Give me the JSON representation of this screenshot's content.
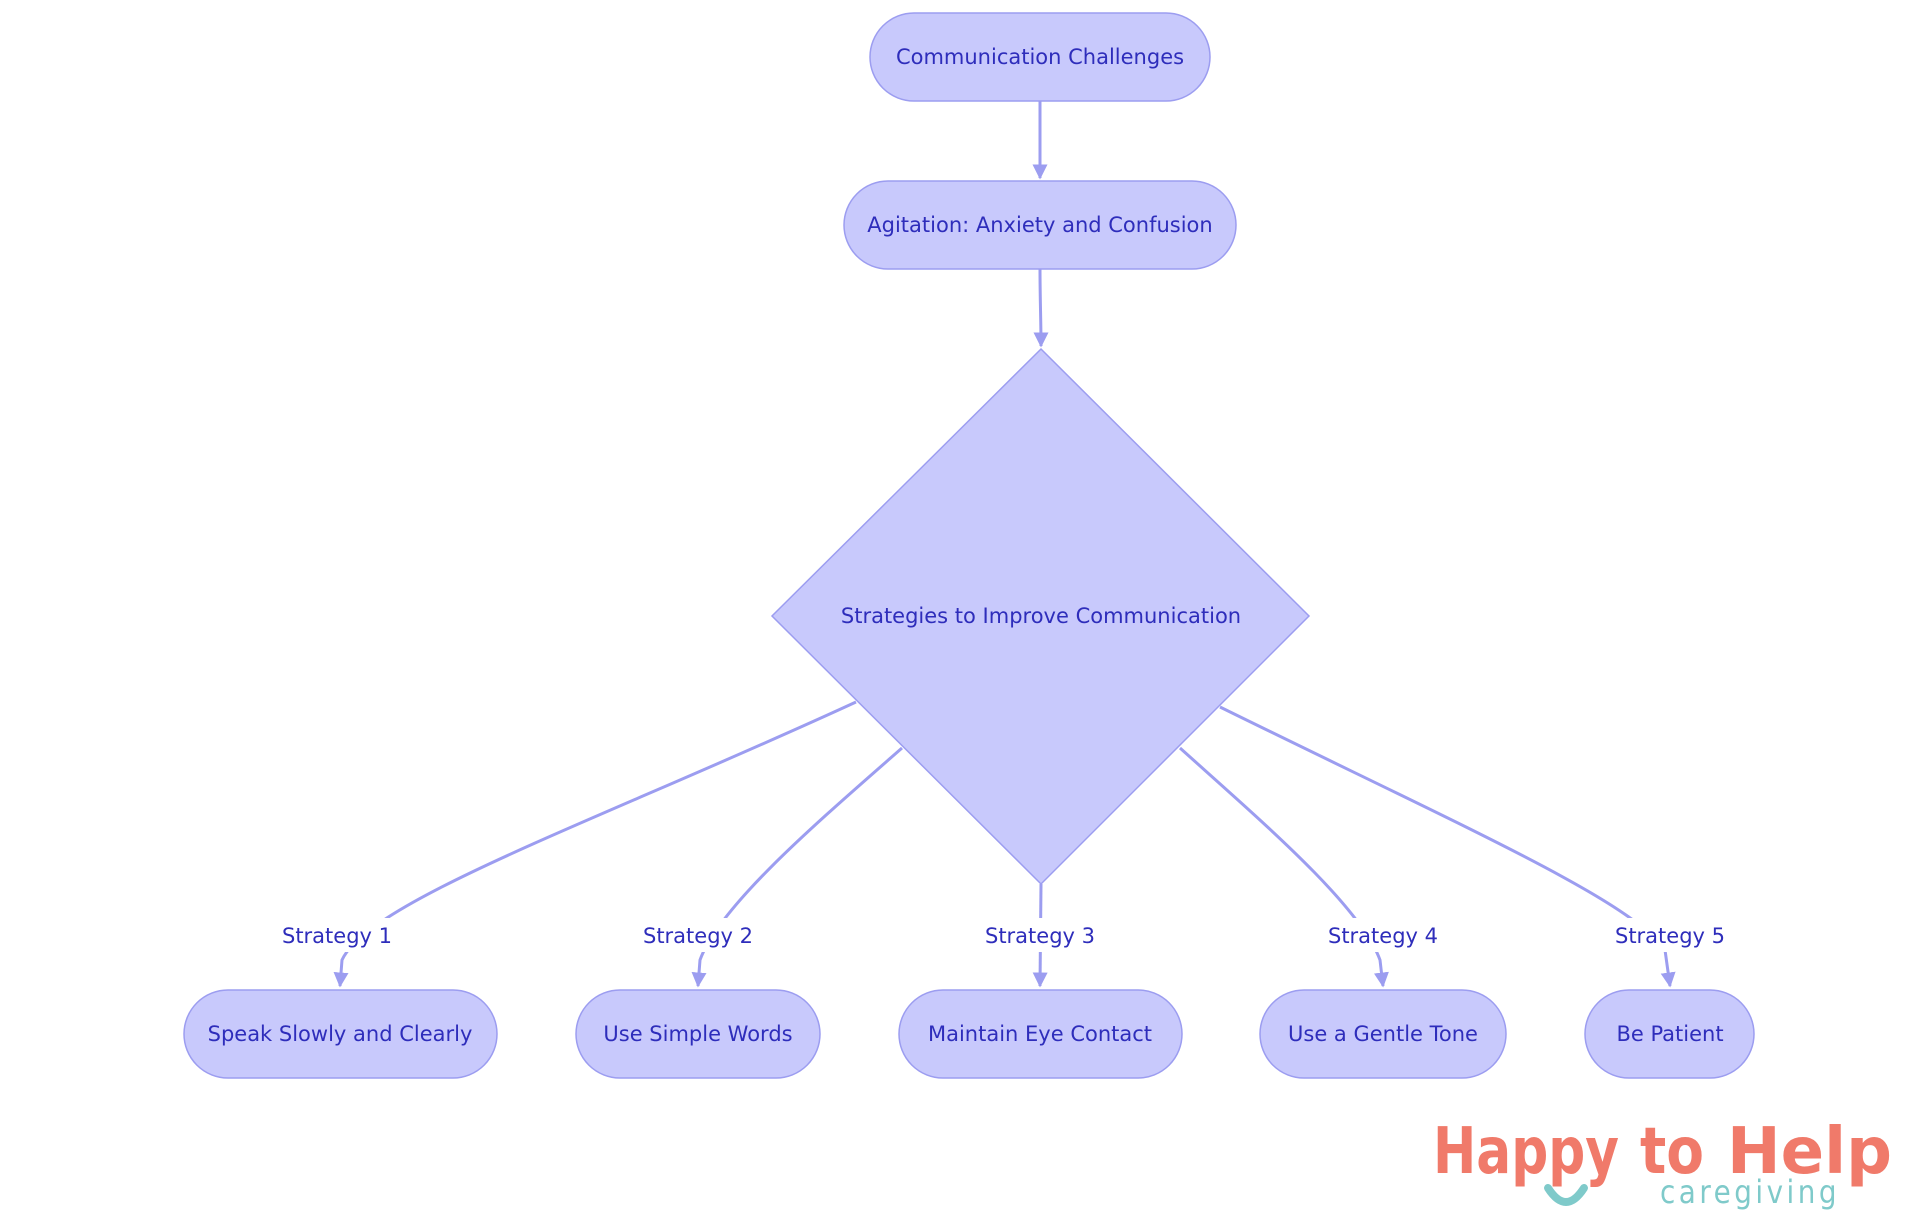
{
  "nodes": {
    "challenges": "Communication Challenges",
    "agitation": "Agitation: Anxiety and Confusion",
    "strategies": "Strategies to Improve Communication",
    "speak": "Speak Slowly and Clearly",
    "simple": "Use Simple Words",
    "eye": "Maintain Eye Contact",
    "tone": "Use a Gentle Tone",
    "patient": "Be Patient"
  },
  "edges": {
    "s1": "Strategy 1",
    "s2": "Strategy 2",
    "s3": "Strategy 3",
    "s4": "Strategy 4",
    "s5": "Strategy 5"
  },
  "logo": {
    "happy": "Happy",
    "to": "to",
    "help": "Help",
    "sub": "caregiving"
  },
  "colors": {
    "node_fill": "#c8c9fc",
    "node_stroke": "#9c9df0",
    "text": "#2e2dbb",
    "edge": "#9c9df0",
    "logo_coral": "#f07a6a",
    "logo_teal": "#7fcaca"
  }
}
